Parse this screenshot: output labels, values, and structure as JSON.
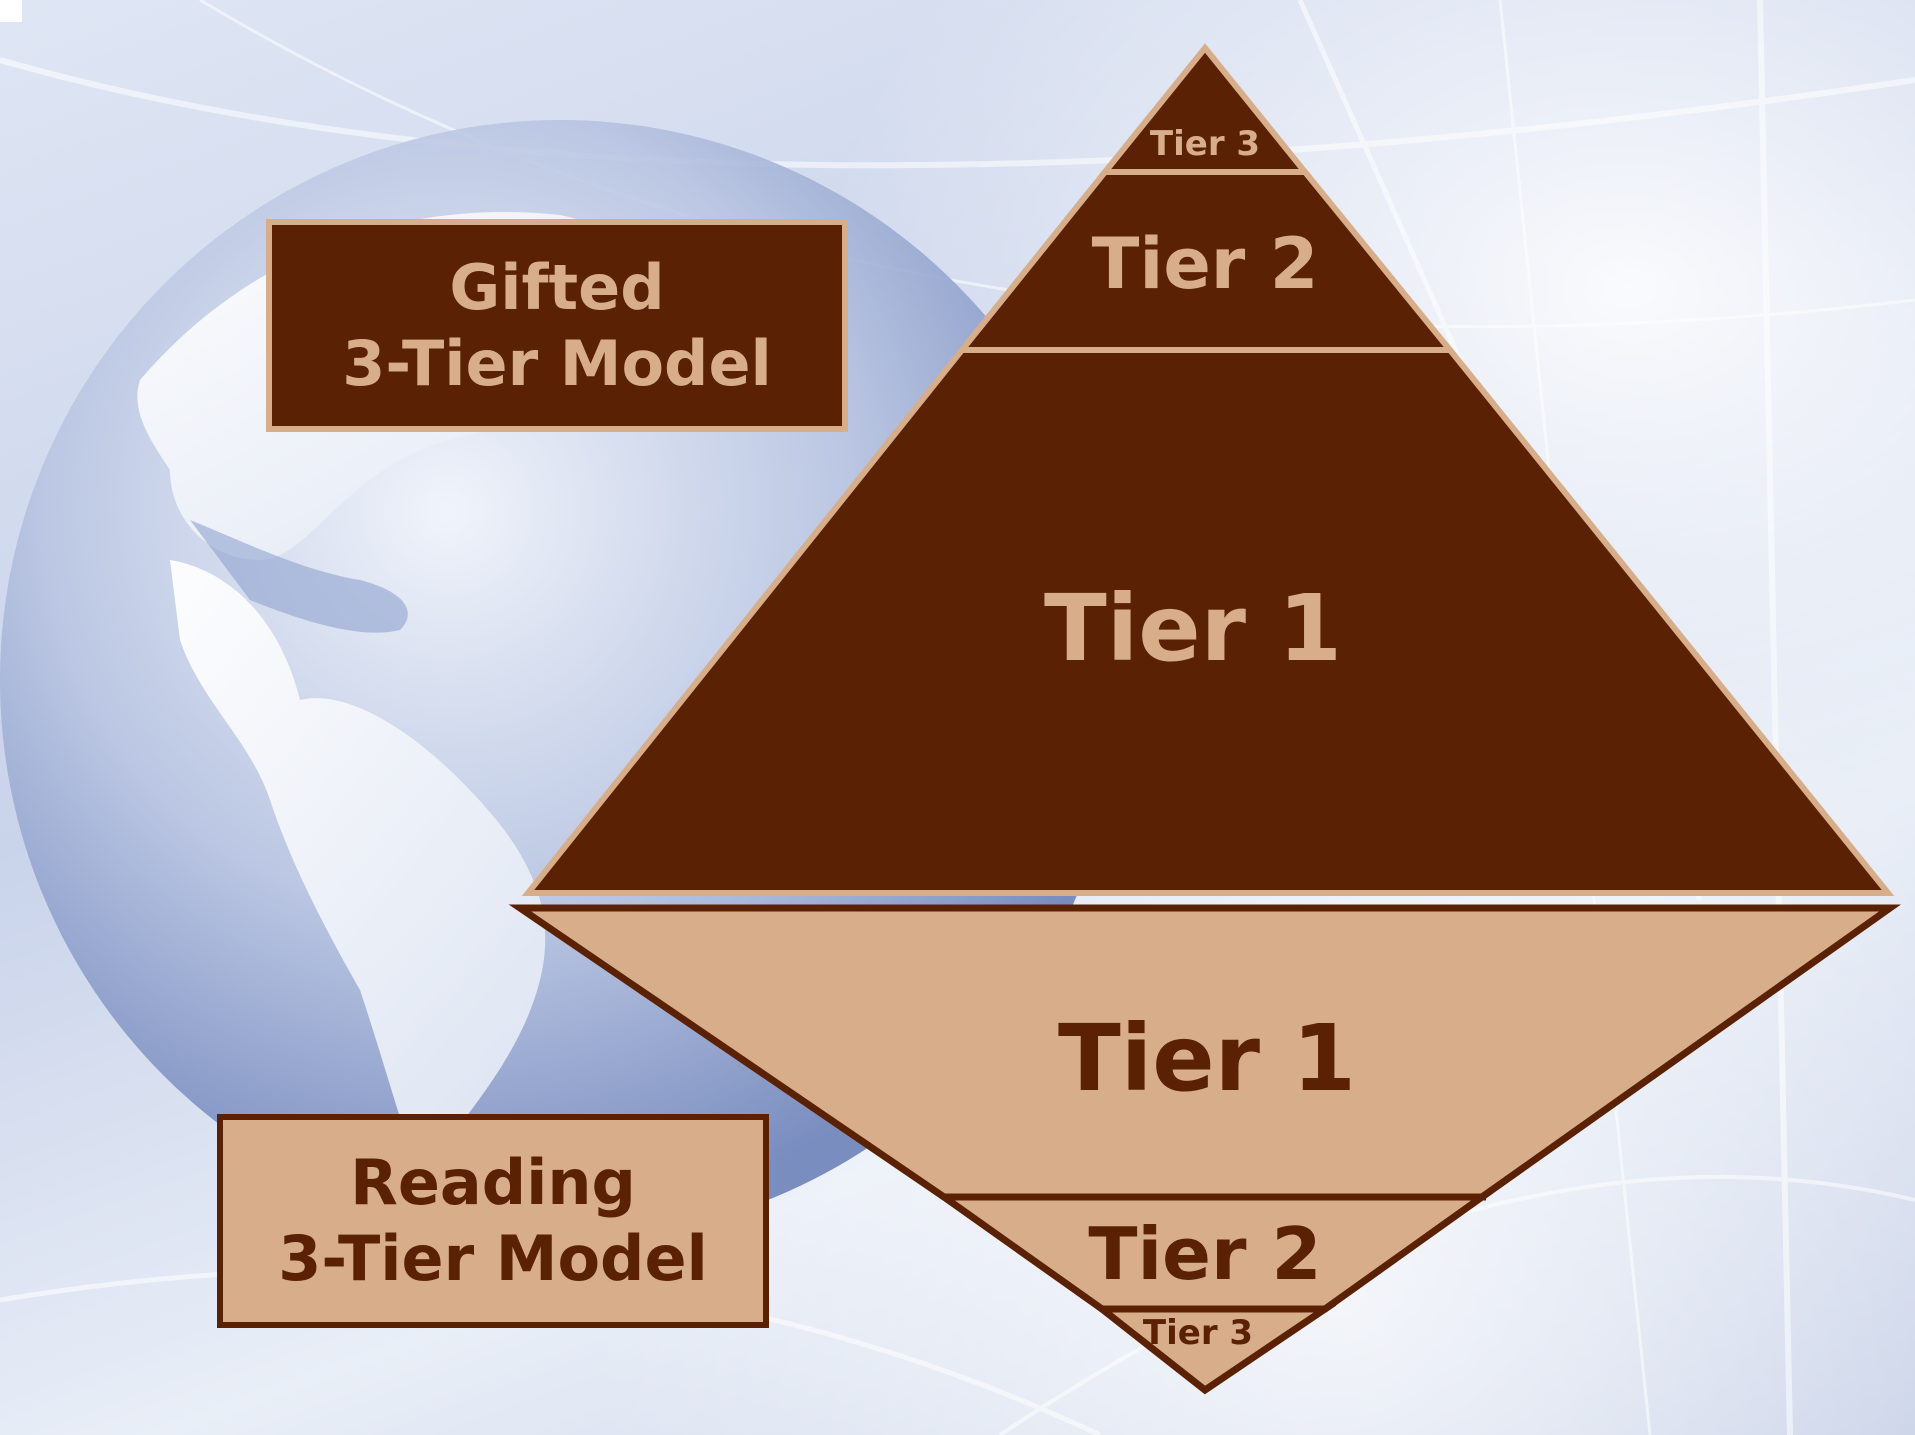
{
  "labels": {
    "gifted_line1": "Gifted",
    "gifted_line2": "3-Tier Model",
    "reading_line1": "Reading",
    "reading_line2": "3-Tier Model"
  },
  "gifted_pyramid": {
    "tier3": "Tier 3",
    "tier2": "Tier 2",
    "tier1": "Tier 1"
  },
  "reading_pyramid": {
    "tier1": "Tier 1",
    "tier2": "Tier 2",
    "tier3": "Tier 3"
  },
  "colors": {
    "dark_brown": "#5a2104",
    "tan": "#d8ae8a"
  }
}
